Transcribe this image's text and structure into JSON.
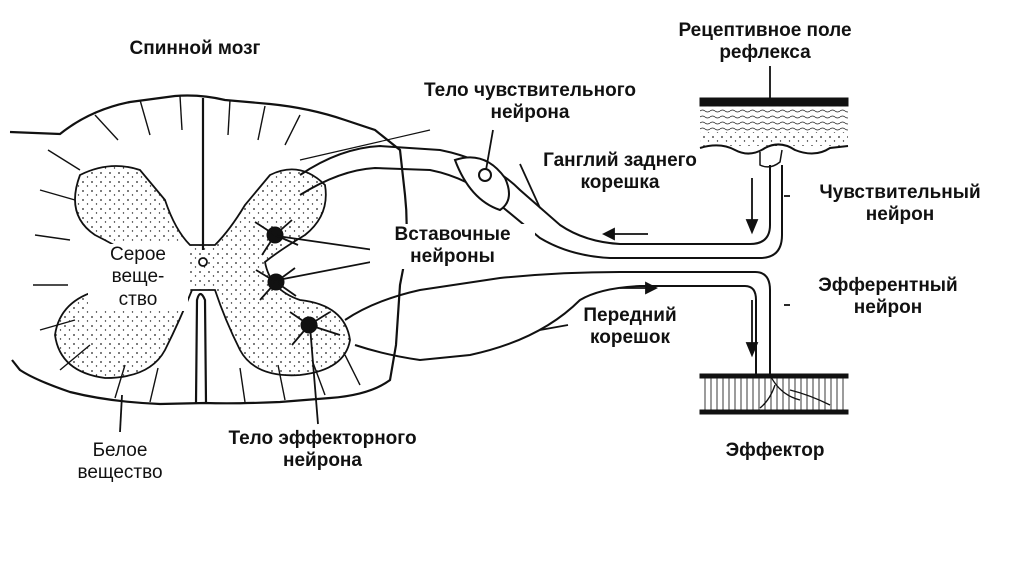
{
  "labels": {
    "spinal_cord": "Спинной мозг",
    "receptive_field_line1": "Рецептивное поле",
    "receptive_field_line2": "рефлекса",
    "sensory_body_line1": "Тело чувствительного",
    "sensory_body_line2": "нейрона",
    "ganglion_line1": "Ганглий заднего",
    "ganglion_line2": "корешка",
    "sensory_neuron_line1": "Чувствительный",
    "sensory_neuron_line2": "нейрон",
    "grey_line1": "Серое",
    "grey_line2": "веще-",
    "grey_line3": "ство",
    "interneurons_line1": "Вставочные",
    "interneurons_line2": "нейроны",
    "efferent_line1": "Эфферентный",
    "efferent_line2": "нейрон",
    "anterior_root_line1": "Передний",
    "anterior_root_line2": "корешок",
    "white_line1": "Белое",
    "white_line2": "вещество",
    "effector_body_line1": "Тело эффекторного",
    "effector_body_line2": "нейрона",
    "effector": "Эффектор"
  },
  "colors": {
    "ink": "#111111",
    "background": "#ffffff"
  }
}
